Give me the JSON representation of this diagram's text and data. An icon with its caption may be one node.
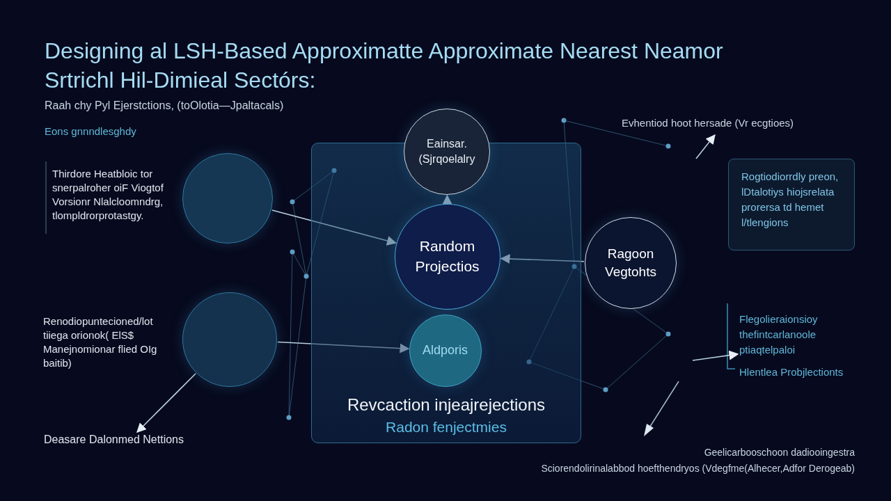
{
  "diagram": {
    "title": "Designing al LSH-Based Approximatte Approximate Nearest Neamor Srtrichl Hil-Dimieal Sectórs:",
    "nodes": [
      {
        "text": [
          "Revcaction injeajrejections",
          "Radon fenjectmies"
        ]
      },
      {
        "text": [
          "Eainsar. (Sjrqoelalry"
        ]
      },
      {
        "text": [
          "Random Projectios"
        ],
        "in": 0
      },
      {
        "text": [
          "Aldporis"
        ],
        "in": 0
      },
      {
        "text": [
          "Ragoon Vegtohts"
        ]
      },
      {
        "text": [],
        "shape": "circle",
        "beside": [
          "Thirdore Heatbloic tor snerpalroher oiF Viogtof Vorsionr Nlalcloomndrg, tlompldrorprotastgy."
        ]
      },
      {
        "text": [],
        "shape": "circle",
        "beside": [
          "Renodiopuntecioned/lot tiiega orionok( ElS$ Manejnomionar flied OIg baitib)"
        ]
      },
      {
        "text": [
          "Rogtiodiorrdly preon, lDtalotiys hiojsrelata prorersa td hemet l/tlengions"
        ]
      },
      {
        "text": [
          "Evhentiod hoot hersade (Vr ecgtioes)"
        ]
      },
      {
        "text": [
          "Deasare Dalonmed Nettions"
        ]
      },
      {
        "text": [
          "Flegolieraionsioy thefintcarlanoole ptiaqtelpaloi",
          "Hlentlea Probjlectionts"
        ]
      }
    ],
    "edges": [
      {
        "from": 5,
        "to": 2,
        "arrow": "to"
      },
      {
        "from": 6,
        "to": 3,
        "arrow": "to"
      },
      {
        "from": 2,
        "to": 1,
        "arrow": "to"
      },
      {
        "from": 4,
        "to": 2,
        "arrow": "to"
      },
      {
        "from": null,
        "to": 8,
        "arrow": "to"
      },
      {
        "from": null,
        "to": 10,
        "arrow": "to"
      },
      {
        "from": 6,
        "to": 9,
        "arrow": "to"
      }
    ],
    "labels": [
      "Raah chy Pyl Ejerstctions, (toOlotia—Jpaltacals)",
      "Eons gnnndlesghdy",
      "Geelicarbooschoon dadiooingestra",
      "Sciorendolirinalabbod hoefthendryos (Vdegfme(Alhecer,Adfor Derogeab)"
    ]
  }
}
